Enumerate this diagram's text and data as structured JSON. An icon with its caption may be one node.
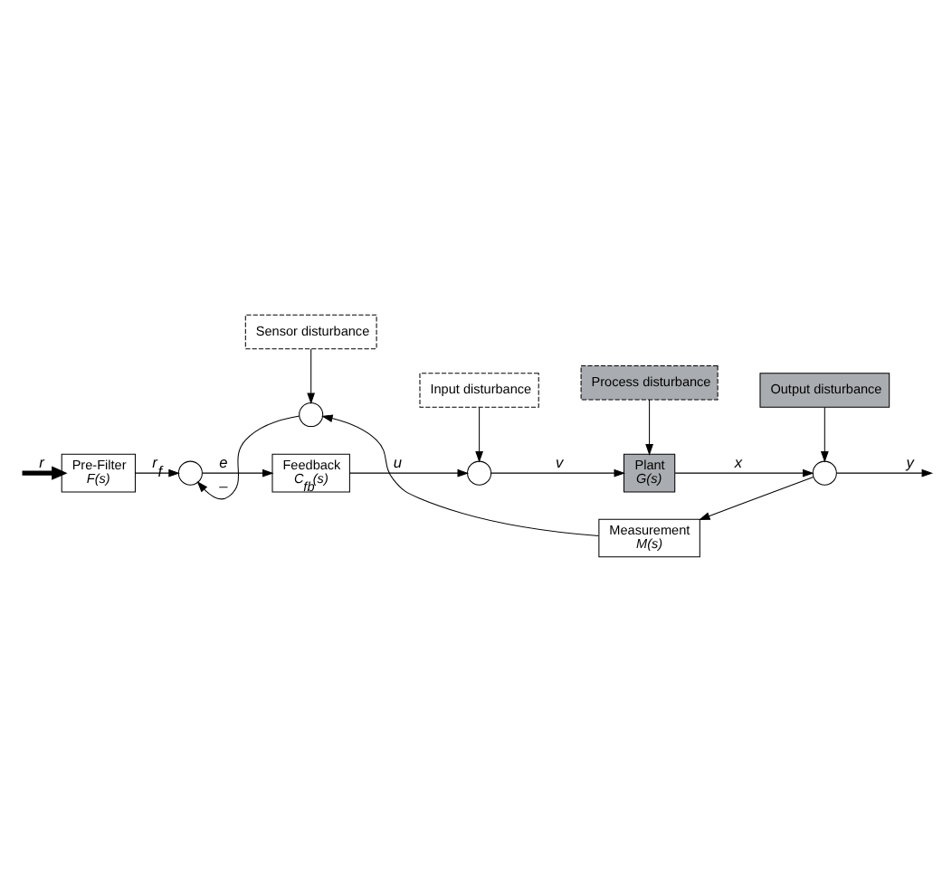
{
  "diagram": {
    "nodes": [
      {
        "text": [
          "Pre-Filter",
          "F(s)"
        ]
      },
      {
        "text": [],
        "shape": "circle"
      },
      {
        "text": [
          "Feedback",
          "C$_{fb}$(s)"
        ]
      },
      {
        "text": [],
        "shape": "circle"
      },
      {
        "text": [
          "Input disturbance"
        ]
      },
      {
        "text": [
          "Process disturbance"
        ]
      },
      {
        "text": [
          "Plant",
          "G(s)"
        ]
      },
      {
        "text": [
          "Output disturbance"
        ]
      },
      {
        "text": [],
        "shape": "circle"
      },
      {
        "text": [
          "Measurement",
          "M(s)"
        ]
      },
      {
        "text": [],
        "shape": "circle"
      },
      {
        "text": [
          "Sensor disturbance"
        ]
      }
    ],
    "edges": [
      {
        "from": null,
        "to": 0,
        "arrow": "to",
        "label": "r",
        "style": "thick"
      },
      {
        "from": 0,
        "to": 1,
        "arrow": "to",
        "label": "r$_{f}$"
      },
      {
        "from": 1,
        "to": 2,
        "arrow": "to",
        "label": "e"
      },
      {
        "from": 2,
        "to": 3,
        "arrow": "to",
        "label": "u"
      },
      {
        "from": 4,
        "to": 3,
        "arrow": "to"
      },
      {
        "from": 3,
        "to": 6,
        "arrow": "to",
        "label": "v"
      },
      {
        "from": 5,
        "to": 6,
        "arrow": "to"
      },
      {
        "from": 6,
        "to": 8,
        "arrow": "to",
        "label": "x"
      },
      {
        "from": 7,
        "to": 8,
        "arrow": "to"
      },
      {
        "from": 8,
        "to": null,
        "arrow": "to",
        "label": "y"
      },
      {
        "from": 8,
        "to": 9,
        "arrow": "to"
      },
      {
        "from": 9,
        "to": 10,
        "arrow": "to"
      },
      {
        "from": 11,
        "to": 10,
        "arrow": "to"
      },
      {
        "from": 10,
        "to": 1,
        "arrow": "to",
        "label": "–"
      }
    ]
  }
}
